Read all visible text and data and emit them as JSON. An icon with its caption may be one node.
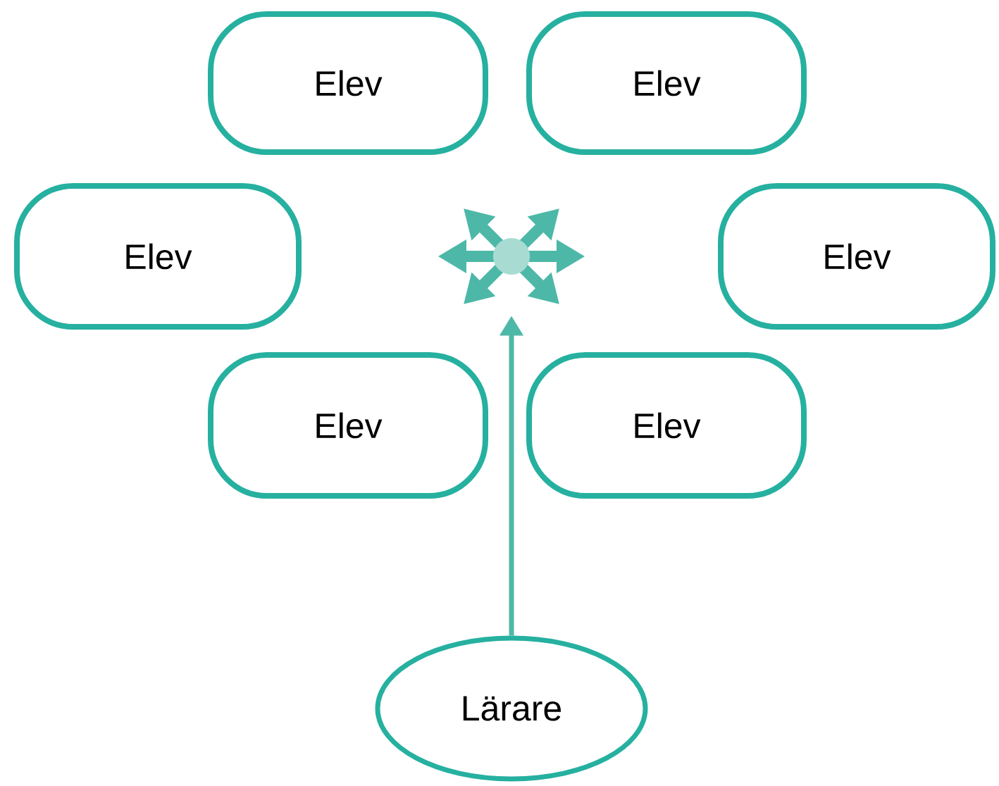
{
  "diagram": {
    "nodes": [
      {
        "text": [
          "Elev"
        ]
      },
      {
        "text": [
          "Elev"
        ]
      },
      {
        "text": [
          "Elev"
        ]
      },
      {
        "text": [
          "Elev"
        ]
      },
      {
        "text": [
          "Elev"
        ]
      },
      {
        "text": [
          "Elev"
        ]
      },
      {
        "text": [],
        "shape": "star"
      },
      {
        "text": [
          "Lärare"
        ]
      }
    ],
    "edges": [
      {
        "from": 7,
        "to": 6,
        "arrow": "to"
      }
    ]
  }
}
